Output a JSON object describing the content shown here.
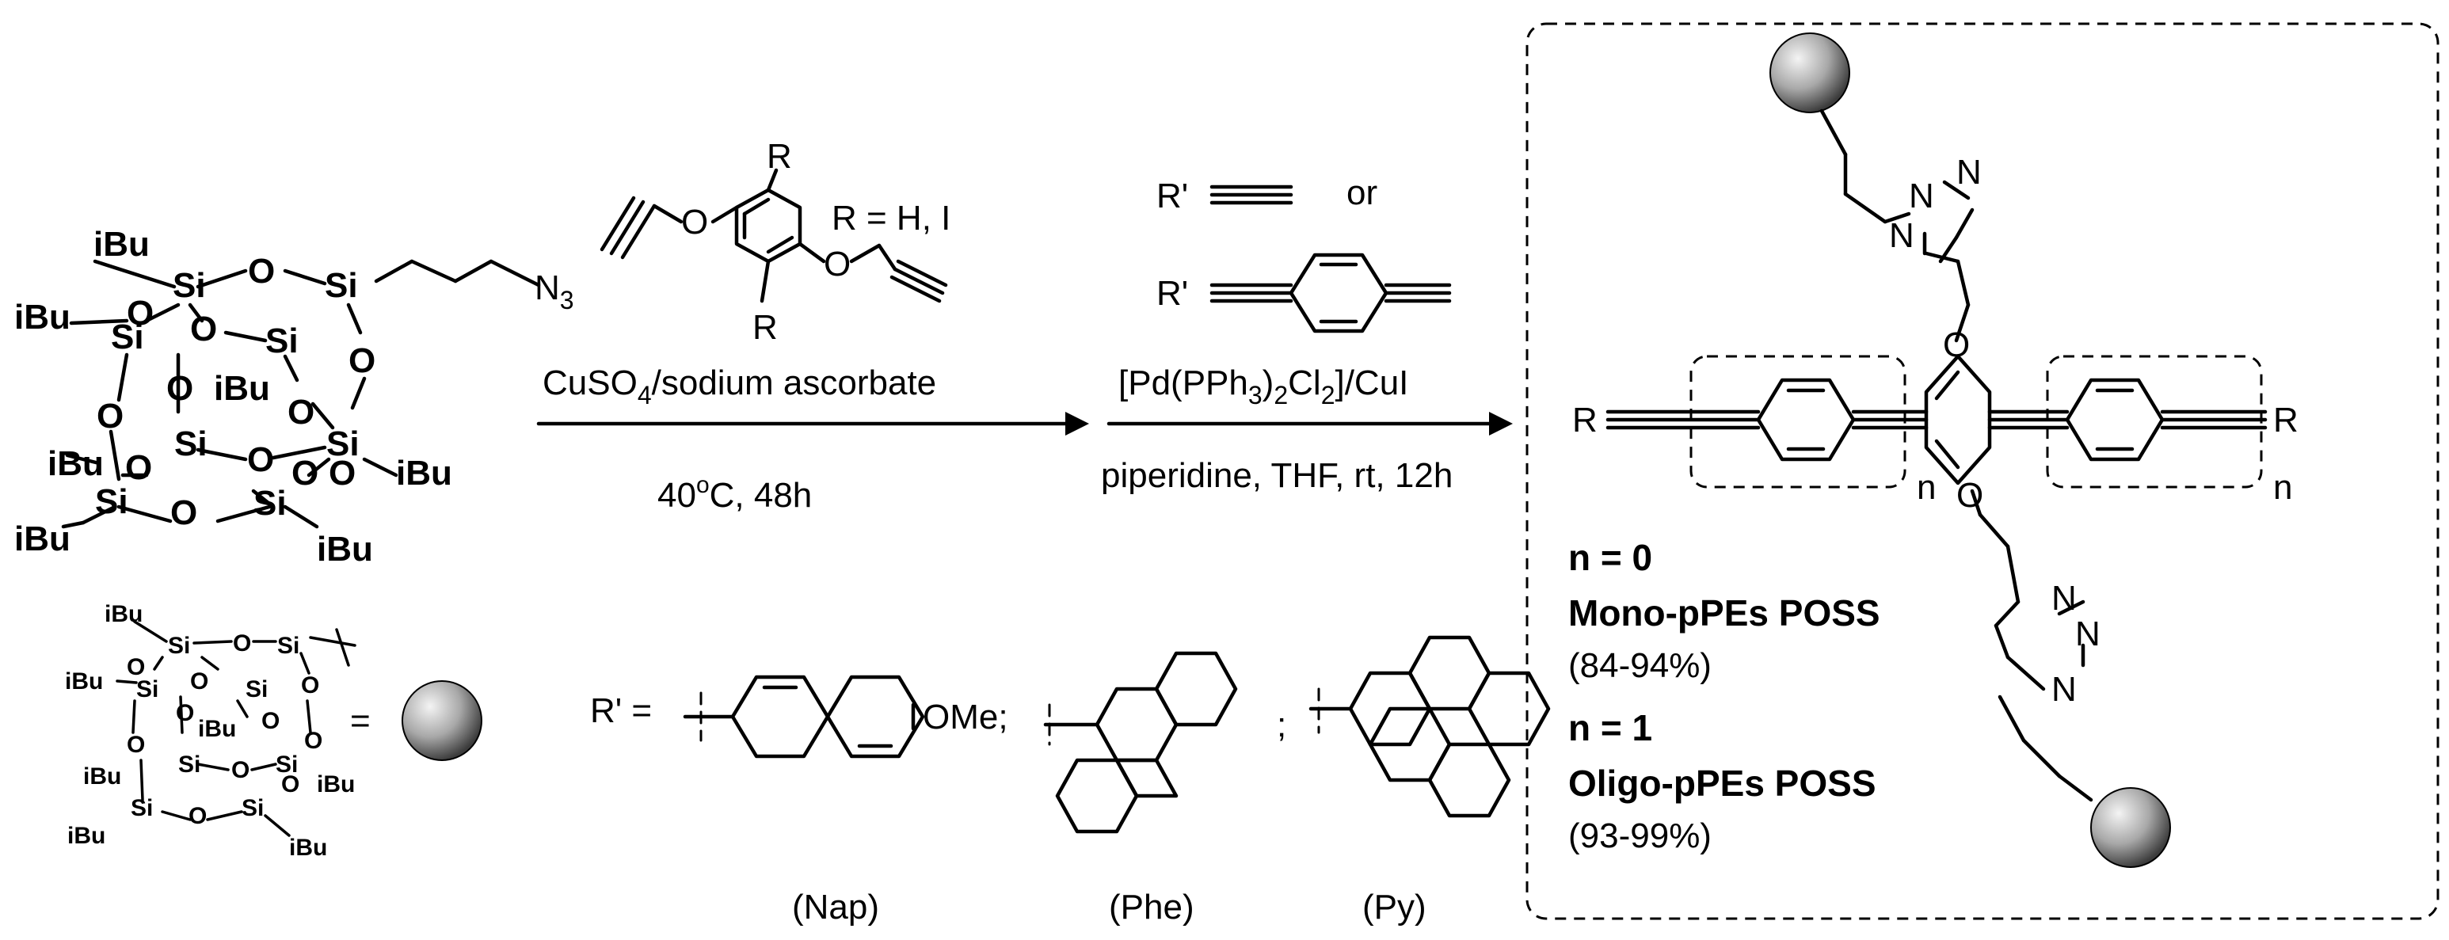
{
  "reactant": {
    "atoms": {
      "si": "Si",
      "o": "O",
      "ibu": "iBu",
      "n3": "N",
      "n3_sub": "3"
    }
  },
  "legend": {
    "equals": "="
  },
  "step1": {
    "r_label": "R",
    "r_def": "R = H, I",
    "catalyst": "CuSO",
    "catalyst_sub": "4",
    "catalyst_rest": "/sodium ascorbate",
    "temp_prefix": "40",
    "temp_sup": "o",
    "temp_rest": "C, 48h"
  },
  "step2": {
    "rprime": "R'",
    "or": "or",
    "catalyst_parts": [
      "[Pd(PPh",
      "3",
      ")",
      "2",
      "Cl",
      "2",
      "]/CuI"
    ],
    "conditions": "piperidine, THF, rt, 12h"
  },
  "rprime_defs": {
    "prefix": "R' =",
    "ome": "OMe;",
    "sep": ";",
    "nap": "(Nap)",
    "phe": "(Phe)",
    "py": "(Py)"
  },
  "product": {
    "r": "R",
    "n": "n",
    "o": "O",
    "n_atom": "N",
    "n0": "n = 0",
    "name0": "Mono-pPEs POSS",
    "yield0": "(84-94%)",
    "n1": "n = 1",
    "name1": "Oligo-pPEs POSS",
    "yield1": "(93-99%)"
  },
  "colors": {
    "ink": "#000000",
    "sphere_light": "#f2f2f2",
    "sphere_dark": "#4a4a4a"
  }
}
